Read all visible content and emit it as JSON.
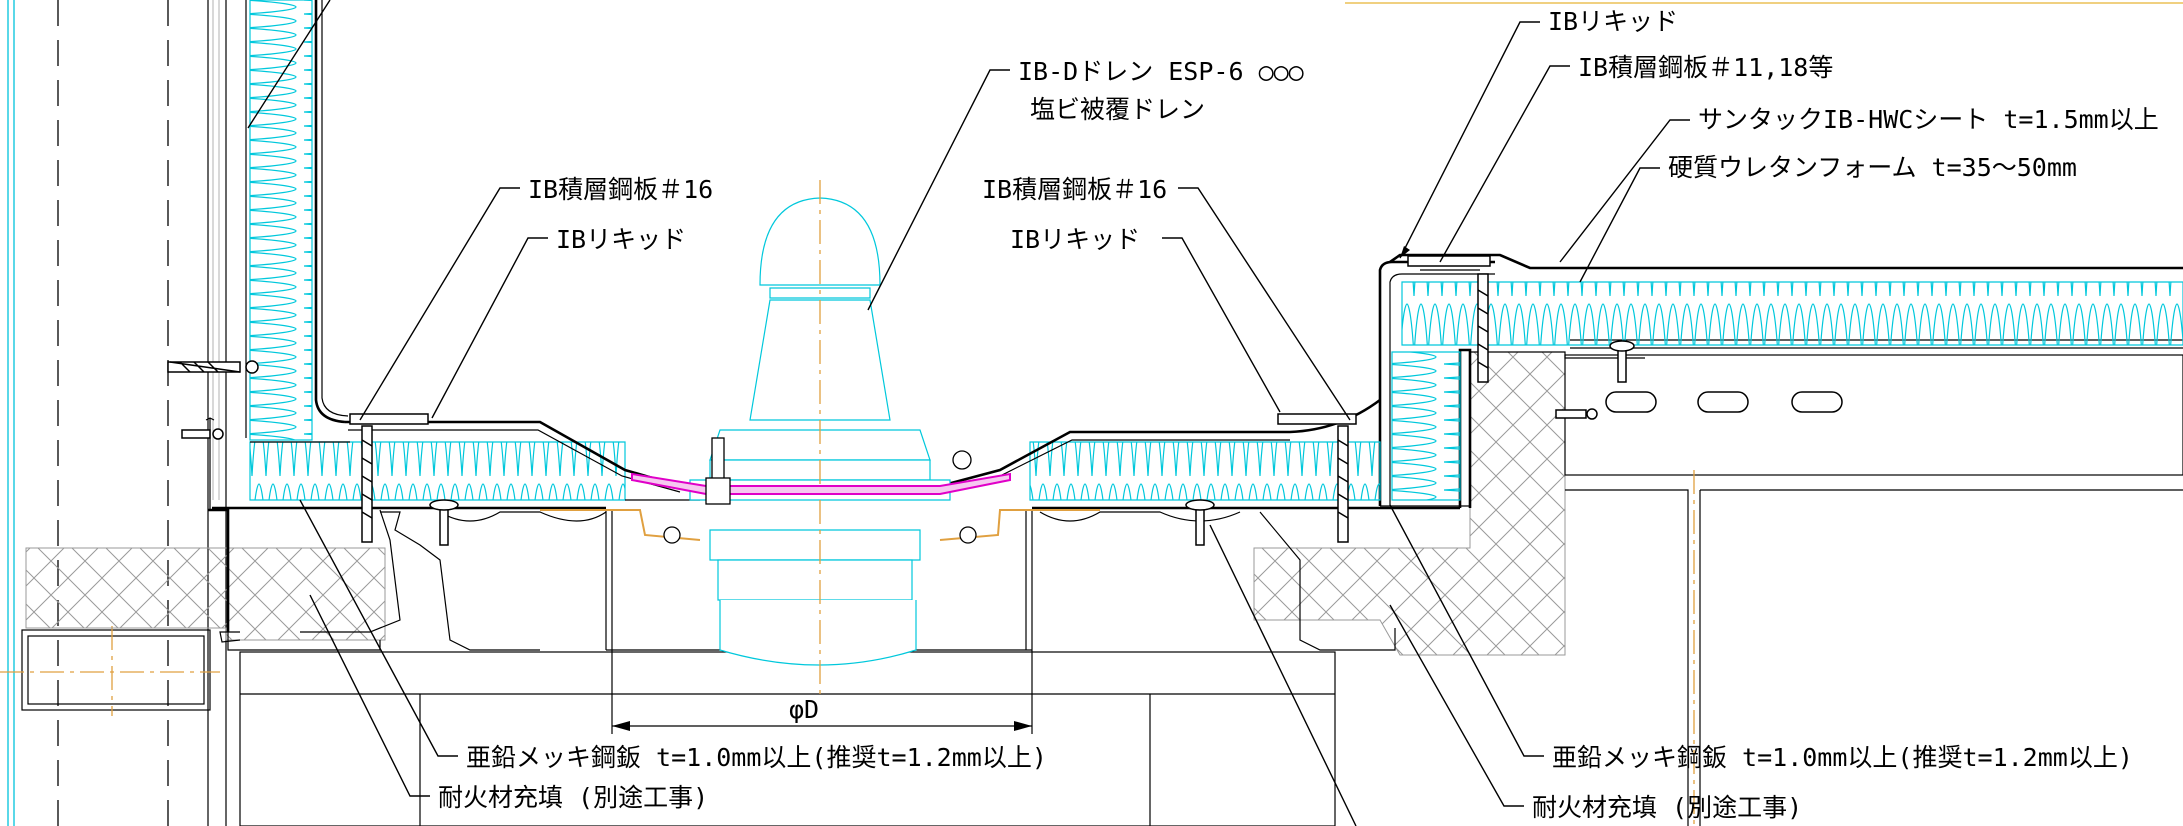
{
  "labels": {
    "ib_liquid_top": "IBリキッド",
    "ib_steel_11_18": "IB積層鋼板＃11,18等",
    "suntack_sheet": "サンタックIB-HWCシート t=1.5mm以上",
    "urethane_foam": "硬質ウレタンフォーム t=35～50mm",
    "drain_line1": "IB-Dドレン ESP-6 ○○○",
    "drain_line2": "塩ビ被覆ドレン",
    "ib_steel_16_left": "IB積層鋼板＃16",
    "ib_liquid_left": "IBリキッド",
    "ib_steel_16_right": "IB積層鋼板＃16",
    "ib_liquid_right": "IBリキッド",
    "diameter": "φD",
    "galv_left": "亜鉛メッキ鋼鈑 t=1.0mm以上(推奨t=1.2mm以上)",
    "fireproof_left": "耐火材充填 (別途工事)",
    "galv_right": "亜鉛メッキ鋼鈑 t=1.0mm以上(推奨t=1.2mm以上)",
    "fireproof_right": "耐火材充填 (別途工事)"
  }
}
